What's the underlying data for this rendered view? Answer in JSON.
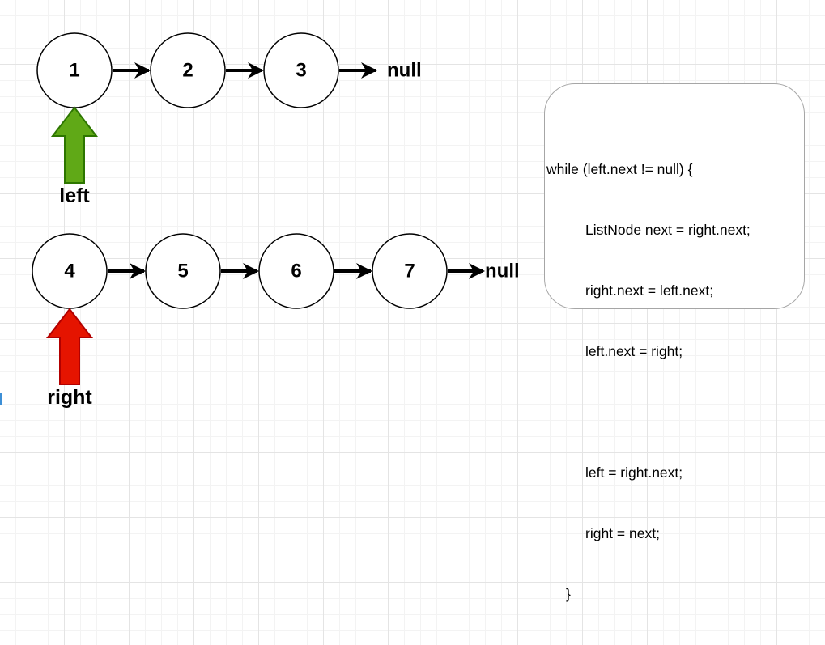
{
  "lists": [
    {
      "id": "left-list",
      "nodes": [
        "1",
        "2",
        "3"
      ],
      "terminator": "null",
      "pointer": {
        "label": "left",
        "color": "#60a917",
        "stroke": "#2d7600"
      }
    },
    {
      "id": "right-list",
      "nodes": [
        "4",
        "5",
        "6",
        "7"
      ],
      "terminator": "null",
      "pointer": {
        "label": "right",
        "color": "#e51400",
        "stroke": "#b20000"
      }
    }
  ],
  "code": {
    "lines": [
      {
        "text": "while (left.next != null) {",
        "indent": 0
      },
      {
        "text": "ListNode next = right.next;",
        "indent": 1
      },
      {
        "text": "right.next = left.next;",
        "indent": 1
      },
      {
        "text": "left.next = right;",
        "indent": 1
      },
      {
        "text": "",
        "indent": 1
      },
      {
        "text": "left = right.next;",
        "indent": 1
      },
      {
        "text": "right = next;",
        "indent": 1
      },
      {
        "text": "}",
        "indent": 2
      }
    ]
  },
  "colors": {
    "node_stroke": "#000000",
    "node_fill": "#ffffff",
    "arrow": "#000000",
    "code_border": "#a6a6a6"
  }
}
